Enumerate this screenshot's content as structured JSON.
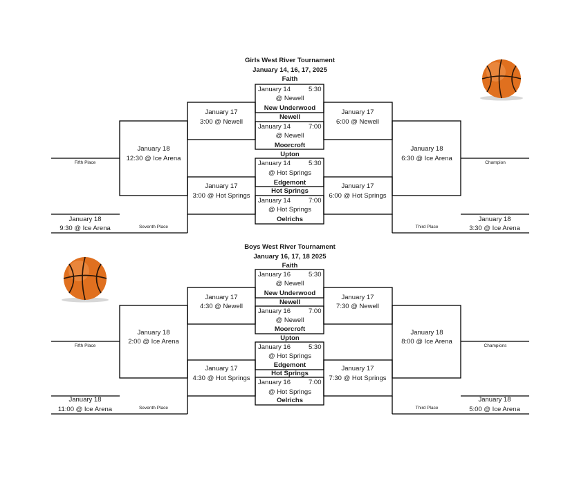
{
  "girls": {
    "title": "Girls West River Tournament",
    "dates": "January 14, 16, 17, 2025",
    "teams": [
      "Faith",
      "New Underwood",
      "Newell",
      "Moorcroft",
      "Upton",
      "Edgemont",
      "Hot Springs",
      "Oelrichs"
    ],
    "first_round": [
      {
        "date": "January 14",
        "time": "5:30",
        "venue": "@ Newell"
      },
      {
        "date": "January 14",
        "time": "7:00",
        "venue": "@ Newell"
      },
      {
        "date": "January 14",
        "time": "5:30",
        "venue": "@ Hot Springs"
      },
      {
        "date": "January 14",
        "time": "7:00",
        "venue": "@ Hot Springs"
      }
    ],
    "consolation_top": {
      "date": "January 17",
      "detail": "3:00 @ Newell"
    },
    "consolation_bottom": {
      "date": "January 17",
      "detail": "3:00 @ Hot Springs"
    },
    "semi_top": {
      "date": "January 17",
      "detail": "6:00 @ Newell"
    },
    "semi_bottom": {
      "date": "January 17",
      "detail": "6:00 @ Hot Springs"
    },
    "fifth_game": {
      "date": "January 18",
      "detail": "12:30 @ Ice Arena"
    },
    "final": {
      "date": "January 18",
      "detail": "6:30 @ Ice Arena"
    },
    "seventh_game": {
      "date": "January 18",
      "detail": "9:30 @ Ice Arena"
    },
    "third_game": {
      "date": "January 18",
      "detail": "3:30 @ Ice Arena"
    },
    "labels": {
      "fifth": "Fifth Place",
      "seventh": "Seventh Place",
      "third": "Third Place",
      "champion": "Champion"
    }
  },
  "boys": {
    "title": "Boys West River Tournament",
    "dates": "January 16, 17, 18 2025",
    "teams": [
      "Faith",
      "New Underwood",
      "Newell",
      "Moorcroft",
      "Upton",
      "Edgemont",
      "Hot Springs",
      "Oelrichs"
    ],
    "first_round": [
      {
        "date": "January 16",
        "time": "5:30",
        "venue": "@ Newell"
      },
      {
        "date": "January 16",
        "time": "7:00",
        "venue": "@ Newell"
      },
      {
        "date": "January 16",
        "time": "5:30",
        "venue": "@ Hot Springs"
      },
      {
        "date": "January 16",
        "time": "7:00",
        "venue": "@ Hot Springs"
      }
    ],
    "consolation_top": {
      "date": "January 17",
      "detail": "4:30 @ Newell"
    },
    "consolation_bottom": {
      "date": "January 17",
      "detail": "4:30 @ Hot Springs"
    },
    "semi_top": {
      "date": "January 17",
      "detail": "7:30 @ Newell"
    },
    "semi_bottom": {
      "date": "January 17",
      "detail": "7:30 @ Hot Springs"
    },
    "fifth_game": {
      "date": "January 18",
      "detail": "2:00 @ Ice Arena"
    },
    "final": {
      "date": "January 18",
      "detail": "8:00 @ Ice Arena"
    },
    "seventh_game": {
      "date": "January 18",
      "detail": "11:00 @ Ice Arena"
    },
    "third_game": {
      "date": "January 18",
      "detail": "5:00 @ Ice Arena"
    },
    "labels": {
      "fifth": "Fifth Place",
      "seventh": "Seventh Place",
      "third": "Third Place",
      "champion": "Champions"
    }
  },
  "icons": {
    "ball": "basketball-icon",
    "ball_color": "#e0701f"
  }
}
